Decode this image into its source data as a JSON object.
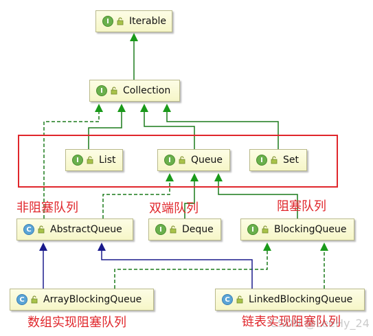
{
  "nodes": {
    "iterable": {
      "kind": "interface",
      "badge": "I",
      "label": "Iterable"
    },
    "collection": {
      "kind": "interface",
      "badge": "I",
      "label": "Collection"
    },
    "list": {
      "kind": "interface",
      "badge": "I",
      "label": "List"
    },
    "queue": {
      "kind": "interface",
      "badge": "I",
      "label": "Queue"
    },
    "set": {
      "kind": "interface",
      "badge": "I",
      "label": "Set"
    },
    "abstract_queue": {
      "kind": "abstract-class",
      "badge": "C",
      "label": "AbstractQueue"
    },
    "deque": {
      "kind": "interface",
      "badge": "I",
      "label": "Deque"
    },
    "blocking_queue": {
      "kind": "interface",
      "badge": "I",
      "label": "BlockingQueue"
    },
    "array_blocking_queue": {
      "kind": "class",
      "badge": "C",
      "label": "ArrayBlockingQueue"
    },
    "linked_blocking_queue": {
      "kind": "class",
      "badge": "C",
      "label": "LinkedBlockingQueue"
    }
  },
  "annotations": {
    "non_blocking": "非阻塞队列",
    "double_ended": "双端队列",
    "blocking": "阻塞队列",
    "array_impl": "数组实现阻塞队列",
    "linked_impl": "链表实现阻塞队列"
  },
  "watermark": "CSDN @LeeHy_24",
  "colors": {
    "extends_line": "#1a7a1a",
    "extends_arrow": "#1a9a1a",
    "class_inherit_arrow": "#1a1a8c",
    "highlight": "#e0262b",
    "node_fill": "#fafad2"
  }
}
